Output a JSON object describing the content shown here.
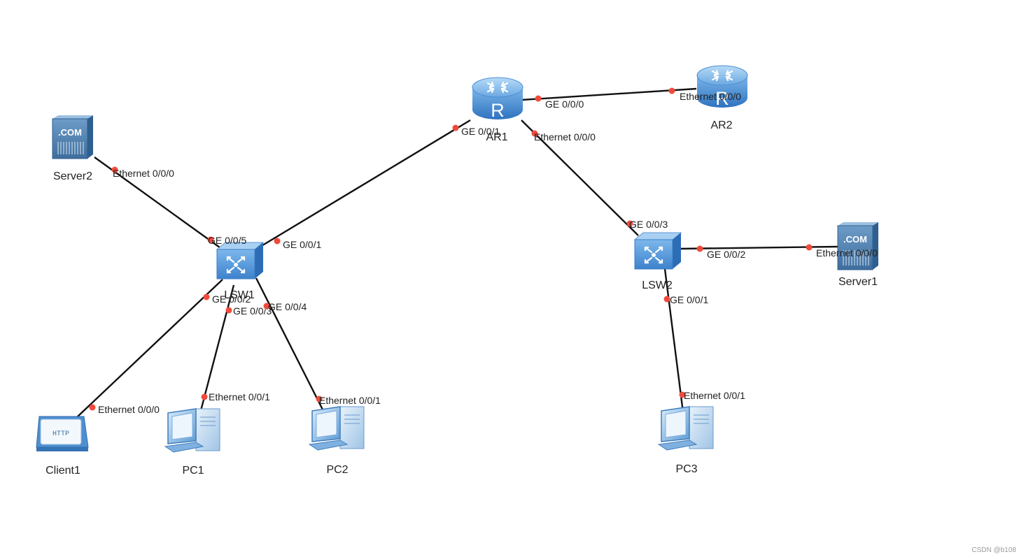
{
  "devices": {
    "ar1": {
      "label": "AR1",
      "type": "router"
    },
    "ar2": {
      "label": "AR2",
      "type": "router"
    },
    "lsw1": {
      "label": "LSW1",
      "type": "switch"
    },
    "lsw2": {
      "label": "LSW2",
      "type": "switch"
    },
    "server1": {
      "label": "Server1",
      "type": "server",
      "badge": ".COM"
    },
    "server2": {
      "label": "Server2",
      "type": "server",
      "badge": ".COM"
    },
    "client1": {
      "label": "Client1",
      "type": "client",
      "badge": "HTTP"
    },
    "pc1": {
      "label": "PC1",
      "type": "pc"
    },
    "pc2": {
      "label": "PC2",
      "type": "pc"
    },
    "pc3": {
      "label": "PC3",
      "type": "pc"
    }
  },
  "links": [
    {
      "from": "ar1",
      "from_port": "GE 0/0/0",
      "to": "ar2",
      "to_port": "Ethernet 0/0/0"
    },
    {
      "from": "ar1",
      "from_port": "GE 0/0/1",
      "to": "lsw1",
      "to_port": "GE 0/0/1"
    },
    {
      "from": "ar1",
      "from_port": "Ethernet 0/0/0",
      "to": "lsw2",
      "to_port": "GE 0/0/3"
    },
    {
      "from": "server2",
      "from_port": "Ethernet 0/0/0",
      "to": "lsw1",
      "to_port": "GE 0/0/5"
    },
    {
      "from": "lsw1",
      "from_port": "GE 0/0/2",
      "to": "client1",
      "to_port": "Ethernet 0/0/0"
    },
    {
      "from": "lsw1",
      "from_port": "GE 0/0/3",
      "to": "pc1",
      "to_port": "Ethernet 0/0/1"
    },
    {
      "from": "lsw1",
      "from_port": "GE 0/0/4",
      "to": "pc2",
      "to_port": "Ethernet 0/0/1"
    },
    {
      "from": "lsw2",
      "from_port": "GE 0/0/2",
      "to": "server1",
      "to_port": "Ethernet 0/0/0"
    },
    {
      "from": "lsw2",
      "from_port": "GE 0/0/1",
      "to": "pc3",
      "to_port": "Ethernet 0/0/1"
    }
  ],
  "watermark": "CSDN @b108",
  "colors": {
    "link": "#111111",
    "port_dot": "#f04a3c",
    "device_blue": "#3f86cf"
  }
}
